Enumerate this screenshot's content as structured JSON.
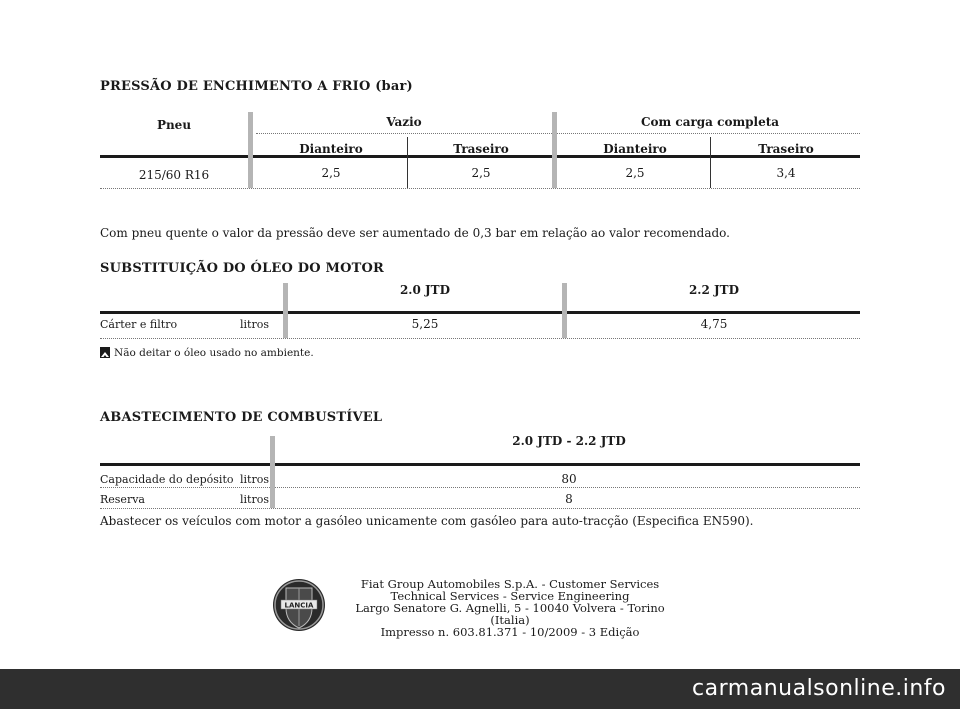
{
  "tyre": {
    "title": "PRESSÃO DE ENCHIMENTO A FRIO (bar)",
    "col_pneu": "Pneu",
    "col_vazio": "Vazio",
    "col_carga": "Com carga completa",
    "sub_dianteiro": "Dianteiro",
    "sub_traseiro": "Traseiro",
    "row": {
      "size": "215/60 R16",
      "vazio_d": "2,5",
      "vazio_t": "2,5",
      "carga_d": "2,5",
      "carga_t": "3,4"
    },
    "note": "Com pneu quente o valor da pressão deve ser aumentado de 0,3 bar em relação ao valor recomendado."
  },
  "oil": {
    "title": "SUBSTITUIÇÃO DO ÓLEO DO MOTOR",
    "col1": "2.0 JTD",
    "col2": "2.2 JTD",
    "row_label": "Cárter e filtro",
    "row_unit": "litros",
    "v1": "5,25",
    "v2": "4,75",
    "env_icon": "recycle-warning-icon",
    "env_note": "Não deitar o óleo usado no ambiente."
  },
  "fuel": {
    "title": "ABASTECIMENTO DE COMBUSTÍVEL",
    "col": "2.0 JTD - 2.2 JTD",
    "rows": [
      {
        "label": "Capacidade do depósito",
        "unit": "litros",
        "value": "80"
      },
      {
        "label": "Reserva",
        "unit": "litros",
        "value": "8"
      }
    ],
    "note": "Abastecer os veículos com motor a gasóleo unicamente com gasóleo para auto-tracção (Especifica EN590)."
  },
  "footer": {
    "logo_text": "LANCIA",
    "lines": [
      "Fiat Group Automobiles S.p.A. - Customer Services",
      "Technical Services - Service Engineering",
      "Largo Senatore G. Agnelli, 5 - 10040 Volvera - Torino (Italia)",
      "Impresso n. 603.81.371 - 10/2009 - 3 Edição"
    ]
  },
  "watermark": "carmanualsonline.info"
}
